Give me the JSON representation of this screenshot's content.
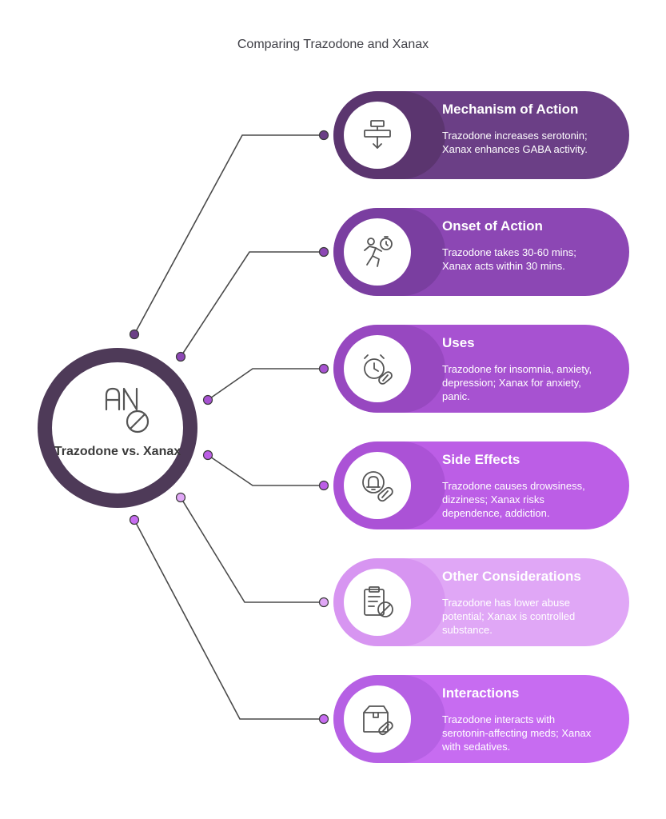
{
  "title": "Comparing Trazodone and Xanax",
  "hub": {
    "label": "Trazodone vs. Xanax",
    "icon": "pill-cancel-icon",
    "color": "#4e3a58"
  },
  "items": [
    {
      "title": "Mechanism of Action",
      "body": "Trazodone increases serotonin; Xanax enhances GABA activity.",
      "icon": "flowchart-icon",
      "color": "#6b3f86",
      "inner": "#5b356f"
    },
    {
      "title": "Onset of Action",
      "body": "Trazodone takes 30-60 mins; Xanax acts within 30 mins.",
      "icon": "runner-timer-icon",
      "color": "#8c47b4",
      "inner": "#7a3ea0"
    },
    {
      "title": "Uses",
      "body": "Trazodone for insomnia, anxiety, depression; Xanax for anxiety, panic.",
      "icon": "alarm-pill-icon",
      "color": "#a752d1",
      "inner": "#9748c0"
    },
    {
      "title": "Side Effects",
      "body": "Trazodone causes drowsiness, dizziness; Xanax risks dependence, addiction.",
      "icon": "bell-pill-icon",
      "color": "#bc5ee6",
      "inner": "#ab52d6"
    },
    {
      "title": "Other Considerations",
      "body": "Trazodone has lower abuse potential; Xanax is controlled substance.",
      "icon": "clipboard-cancel-icon",
      "color": "#e0a7f6",
      "inner": "#d795f1"
    },
    {
      "title": "Interactions",
      "body": "Trazodone interacts with serotonin-affecting meds; Xanax with sedatives.",
      "icon": "box-pill-icon",
      "color": "#c76cf1",
      "inner": "#b660e4"
    }
  ]
}
